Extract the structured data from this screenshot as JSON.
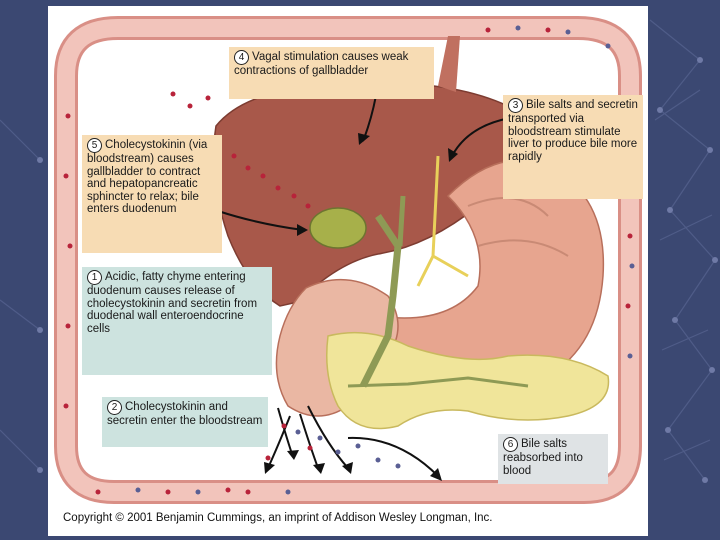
{
  "callouts": {
    "step4": {
      "number": "4",
      "text": "Vagal stimulation causes weak contractions of gallbladder"
    },
    "step3": {
      "number": "3",
      "text": "Bile salts and secretin transported via bloodstream stimulate liver to produce bile more rapidly"
    },
    "step5": {
      "number": "5",
      "text": "Cholecystokinin (via bloodstream) causes gallbladder to contract and hepatopancreatic sphincter to relax; bile enters duodenum"
    },
    "step1": {
      "number": "1",
      "text": "Acidic, fatty chyme entering duodenum causes release of cholecystokinin and secretin from duodenal wall enteroendocrine cells"
    },
    "step2": {
      "number": "2",
      "text": "Cholecystokinin and secretin enter the bloodstream"
    },
    "step6": {
      "number": "6",
      "text": "Bile salts reabsorbed into blood"
    }
  },
  "copyright": "Copyright © 2001 Benjamin Cummings, an imprint of Addison Wesley Longman, Inc.",
  "colors": {
    "slide_background": "#3b4872",
    "blood_vessel": "#f2c4bb",
    "blood_vessel_edge": "#d98f86",
    "liver": "#a8584a",
    "stomach": "#e7a58f",
    "pancreas": "#f0e59a",
    "gallbladder": "#a7b04a",
    "callout_tan": "#f7dcb4",
    "callout_teal": "#cde3df",
    "red_dot": "#b8233a",
    "blue_dot": "#5a5f94"
  }
}
